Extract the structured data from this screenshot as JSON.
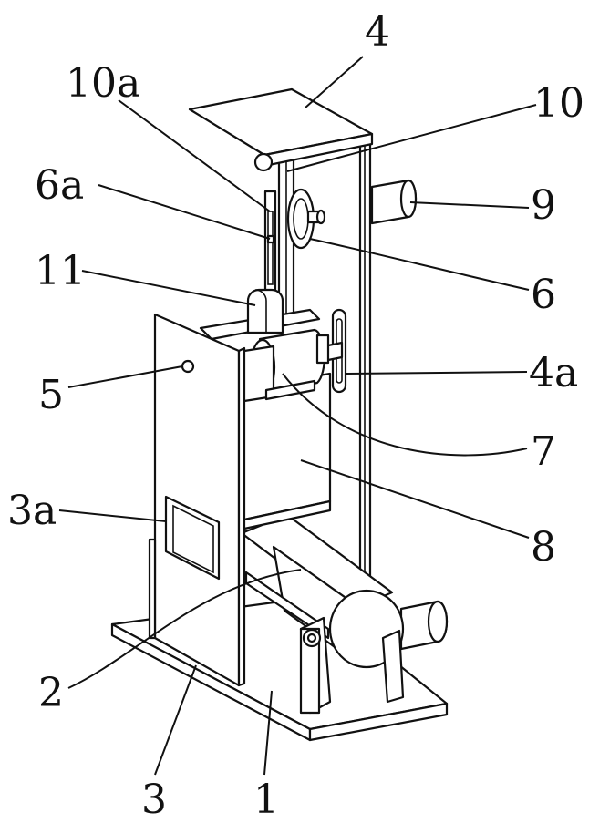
{
  "labels": {
    "l4": "4",
    "l10a": "10a",
    "l10": "10",
    "l6a": "6a",
    "l9": "9",
    "l11": "11",
    "l6": "6",
    "l5": "5",
    "l4a": "4a",
    "l7": "7",
    "l3a": "3a",
    "l8": "8",
    "l2": "2",
    "l3": "3",
    "l1": "1"
  }
}
